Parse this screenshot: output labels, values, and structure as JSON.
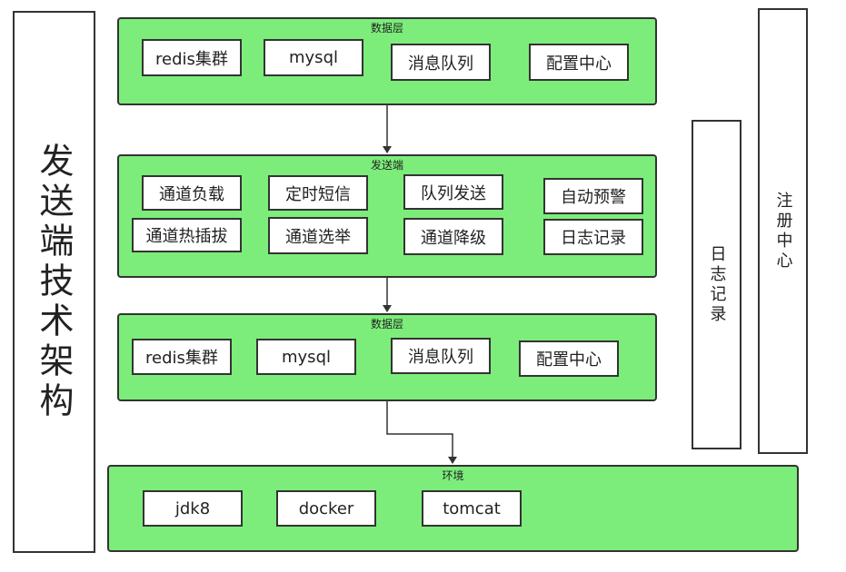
{
  "left_title": "发送端技术架构",
  "right_log": "日志记录",
  "right_registry": "注册中心",
  "data_layer_top": {
    "title": "数据层",
    "items": [
      "redis集群",
      "mysql",
      "消息队列",
      "配置中心"
    ]
  },
  "sender_layer": {
    "title": "发送端",
    "items": [
      "通道负载",
      "定时短信",
      "队列发送",
      "自动预警",
      "通道热插拔",
      "通道选举",
      "通道降级",
      "日志记录"
    ]
  },
  "data_layer_bottom": {
    "title": "数据层",
    "items": [
      "redis集群",
      "mysql",
      "消息队列",
      "配置中心"
    ]
  },
  "env_layer": {
    "title": "环境",
    "items": [
      "jdk8",
      "docker",
      "tomcat"
    ]
  }
}
